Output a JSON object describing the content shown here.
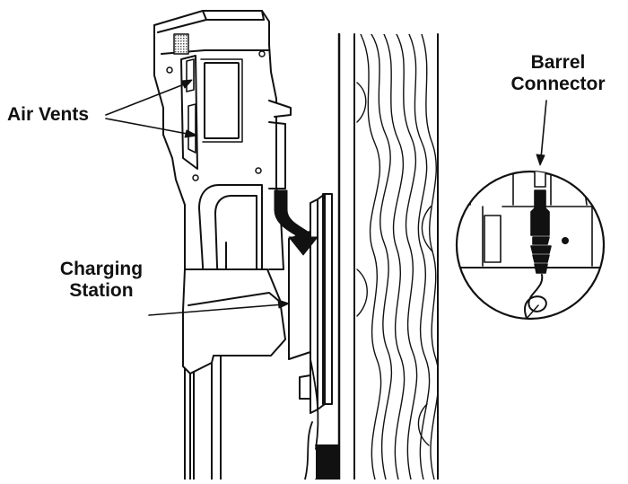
{
  "labels": {
    "air_vents": "Air Vents",
    "charging_station_line1": "Charging",
    "charging_station_line2": "Station",
    "barrel_connector_line1": "Barrel",
    "barrel_connector_line2": "Connector"
  },
  "colors": {
    "ink": "#111111",
    "background": "#ffffff",
    "vent_grille": "#555555"
  },
  "icons": {
    "direction_arrow": "curved-down-arrow-icon"
  }
}
